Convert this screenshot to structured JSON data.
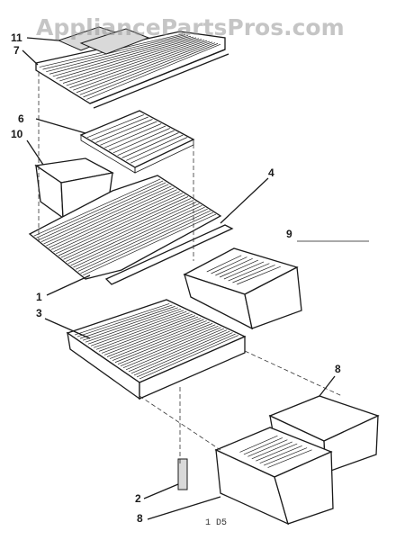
{
  "watermark": "AppliancePartsPros.com",
  "drawing_code": "1 D5",
  "callouts": [
    "11",
    "7",
    "6",
    "10",
    "4",
    "9",
    "1",
    "3",
    "8",
    "2",
    "8"
  ],
  "colors": {
    "ink": "#1a1a1a",
    "watermark": "#969696",
    "paper": "#ffffff"
  }
}
